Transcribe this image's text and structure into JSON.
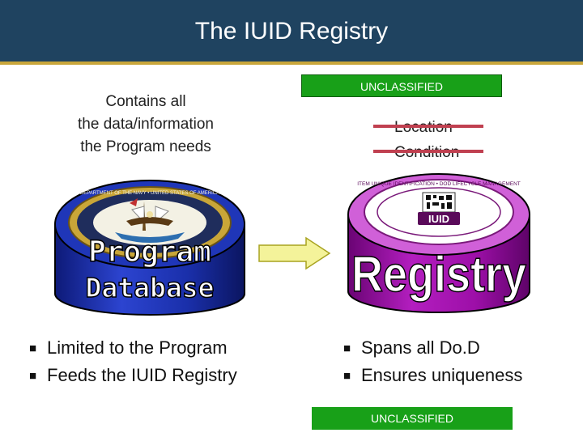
{
  "header": {
    "title": "The IUID Registry"
  },
  "classification": {
    "top": "UNCLASSIFIED",
    "bottom": "UNCLASSIFIED"
  },
  "program": {
    "caption_lines": [
      "Contains all",
      "the data/information",
      "the Program needs"
    ],
    "drum_word_1": "Program",
    "drum_word_2": "Database",
    "seal_text": "DEPARTMENT OF THE NAVY • UNITED STATES OF AMERICA",
    "bullets": [
      "Limited to the Program",
      "Feeds the IUID Registry"
    ]
  },
  "registry": {
    "struck_items": [
      "Location",
      "Condition"
    ],
    "logo_text": "IUID",
    "logo_ring_text": "ITEM UNIQUE IDENTIFICATION • DOD LIFECYCLE MANAGEMENT",
    "drum_word": "Registry",
    "bullets": [
      "Spans all Do.D",
      "Ensures uniqueness"
    ]
  },
  "colors": {
    "title_bar": "#1f4360",
    "title_underline": "#c9a63b",
    "banner_green": "#18a018",
    "program_drum": "#1a2faa",
    "registry_drum": "#9d0fa8",
    "arrow_fill": "#f4f39a",
    "strike": "#c04050"
  },
  "icons": {
    "arrow": "right-arrow-icon",
    "bullet": "square-bullet"
  }
}
